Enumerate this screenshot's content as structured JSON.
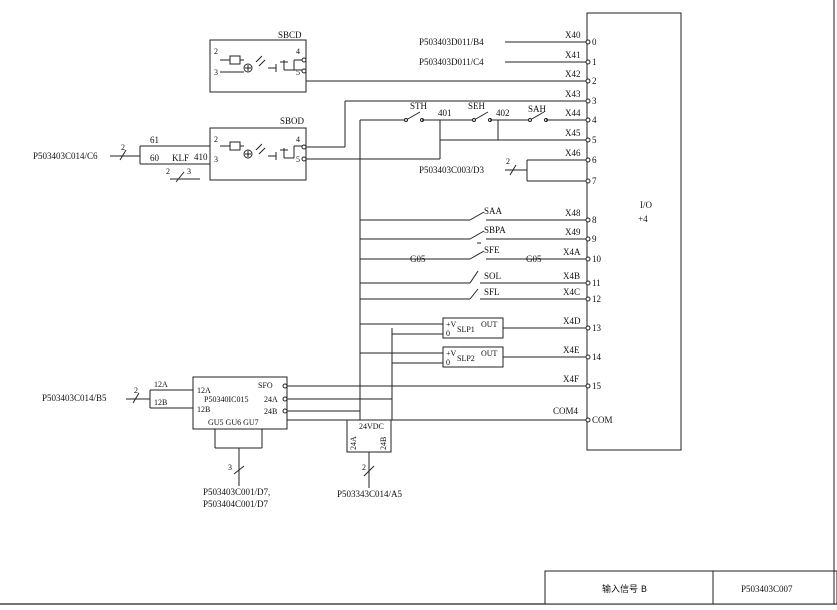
{
  "relays": {
    "sbcd": {
      "label": "SBCD",
      "t2": "2",
      "t3": "3",
      "t4": "4",
      "t5": "5"
    },
    "sbod": {
      "label": "SBOD",
      "t2": "2",
      "t3": "3",
      "t4": "4",
      "t5": "5"
    }
  },
  "klf": {
    "label": "KLF",
    "n410": "410",
    "n61": "61",
    "n60": "60",
    "c2a": "2",
    "c2b": "2",
    "c3": "3"
  },
  "refs": {
    "d011_b4": "P503403D011/B4",
    "d011_c4": "P503403D011/C4",
    "c014_c6": "P503403C014/C6",
    "c003_d3": "P503403C003/D3",
    "c014_b5": "P503403C014/B5",
    "c001_d7": "P503403C001/D7,",
    "c404_d7": "P503404C001/D7",
    "c343_a5": "P503343C014/A5"
  },
  "switches": {
    "sth": "STH",
    "n401": "401",
    "seh": "SEH",
    "n402": "402",
    "sah": "SAH",
    "saa": "SAA",
    "sbpa": "SBPA",
    "sfe": "SFE",
    "sol": "SOL",
    "sfl": "SFL",
    "g05a": "G05",
    "g05b": "G05"
  },
  "inputs": [
    {
      "x": "X40",
      "n": "0"
    },
    {
      "x": "X41",
      "n": "1"
    },
    {
      "x": "X42",
      "n": "2"
    },
    {
      "x": "X43",
      "n": "3"
    },
    {
      "x": "X44",
      "n": "4"
    },
    {
      "x": "X45",
      "n": "5"
    },
    {
      "x": "X46",
      "n": "6"
    },
    {
      "x": "",
      "n": "7"
    },
    {
      "x": "X48",
      "n": "8"
    },
    {
      "x": "X49",
      "n": "9"
    },
    {
      "x": "X4A",
      "n": "10"
    },
    {
      "x": "X4B",
      "n": "11"
    },
    {
      "x": "X4C",
      "n": "12"
    },
    {
      "x": "X4D",
      "n": "13"
    },
    {
      "x": "X4E",
      "n": "14"
    },
    {
      "x": "X4F",
      "n": "15"
    },
    {
      "x": "COM4",
      "n": "COM"
    }
  ],
  "io": {
    "label": "I/O",
    "sub": "+4"
  },
  "sensors": {
    "slp1": {
      "name": "SLP1",
      "v": "+V",
      "z": "0",
      "out": "OUT"
    },
    "slp2": {
      "name": "SLP2",
      "v": "+V",
      "z": "0",
      "out": "OUT"
    }
  },
  "module": {
    "name": "P50340IC015",
    "in12a": "12A",
    "in12b": "12B",
    "p12a": "12A",
    "p12b": "12B",
    "sfo": "SFO",
    "p24a": "24A",
    "p24b": "24B",
    "gu": "GU5  GU6  GU7",
    "c3": "3"
  },
  "psu": {
    "label": "24VDC",
    "a": "24A",
    "b": "24B",
    "c2": "2"
  },
  "titleblock": {
    "title": "输入信号 B",
    "code": "P503403C007"
  }
}
